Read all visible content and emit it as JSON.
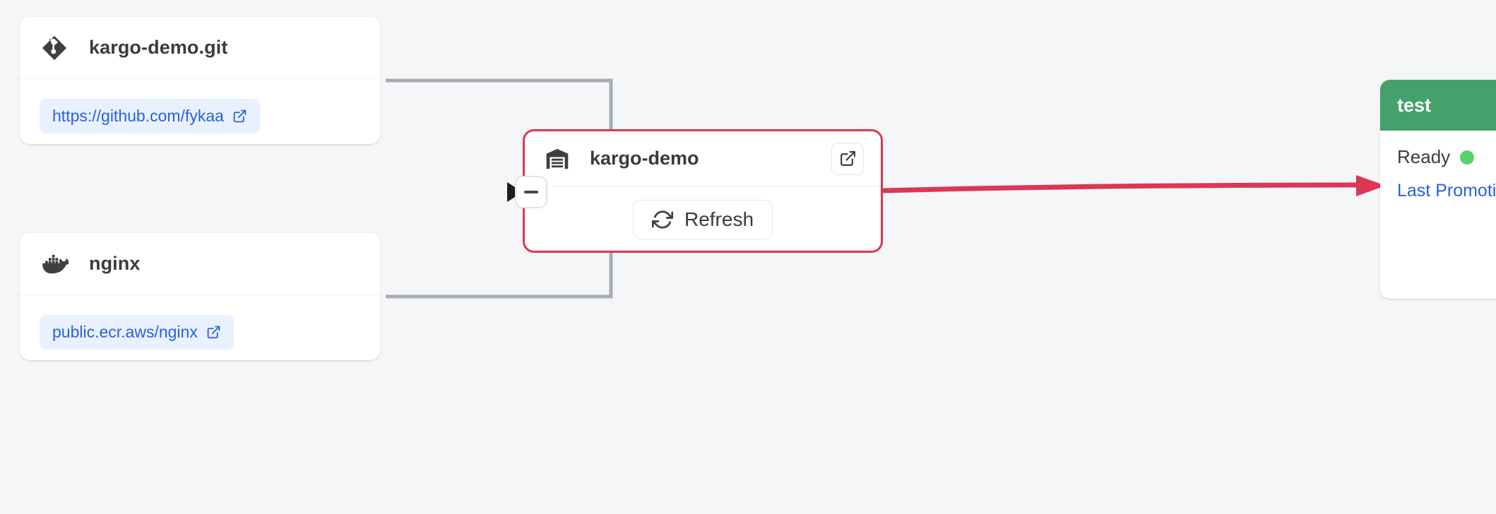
{
  "theme": {
    "background": "#f4f6f8",
    "card_bg": "#ffffff",
    "accent_red": "#dc3753",
    "accent_blue": "#2c5fd8",
    "pill_bg": "#e8f1fd",
    "stage_green": "#46a06b",
    "status_green": "#5bd16d",
    "edge_gray": "#a9adb3",
    "text_dark": "#3b3b3b"
  },
  "sources": [
    {
      "id": "kargo-demo-git",
      "icon": "git-icon",
      "title": "kargo-demo.git",
      "url_label": "https://github.com/fykaa",
      "url_icon": "external-link-icon"
    },
    {
      "id": "nginx",
      "icon": "docker-icon",
      "title": "nginx",
      "url_label": "public.ecr.aws/nginx",
      "url_icon": "external-link-icon"
    }
  ],
  "warehouse": {
    "icon": "warehouse-icon",
    "title": "kargo-demo",
    "external_link_icon": "external-link-icon",
    "refresh_label": "Refresh",
    "refresh_icon": "refresh-icon"
  },
  "collapse_node": {
    "icon": "minus-icon",
    "label": "−"
  },
  "stage": {
    "name": "test",
    "status_label": "Ready",
    "status_color": "#5bd16d",
    "link_label": "Last Promotion"
  }
}
